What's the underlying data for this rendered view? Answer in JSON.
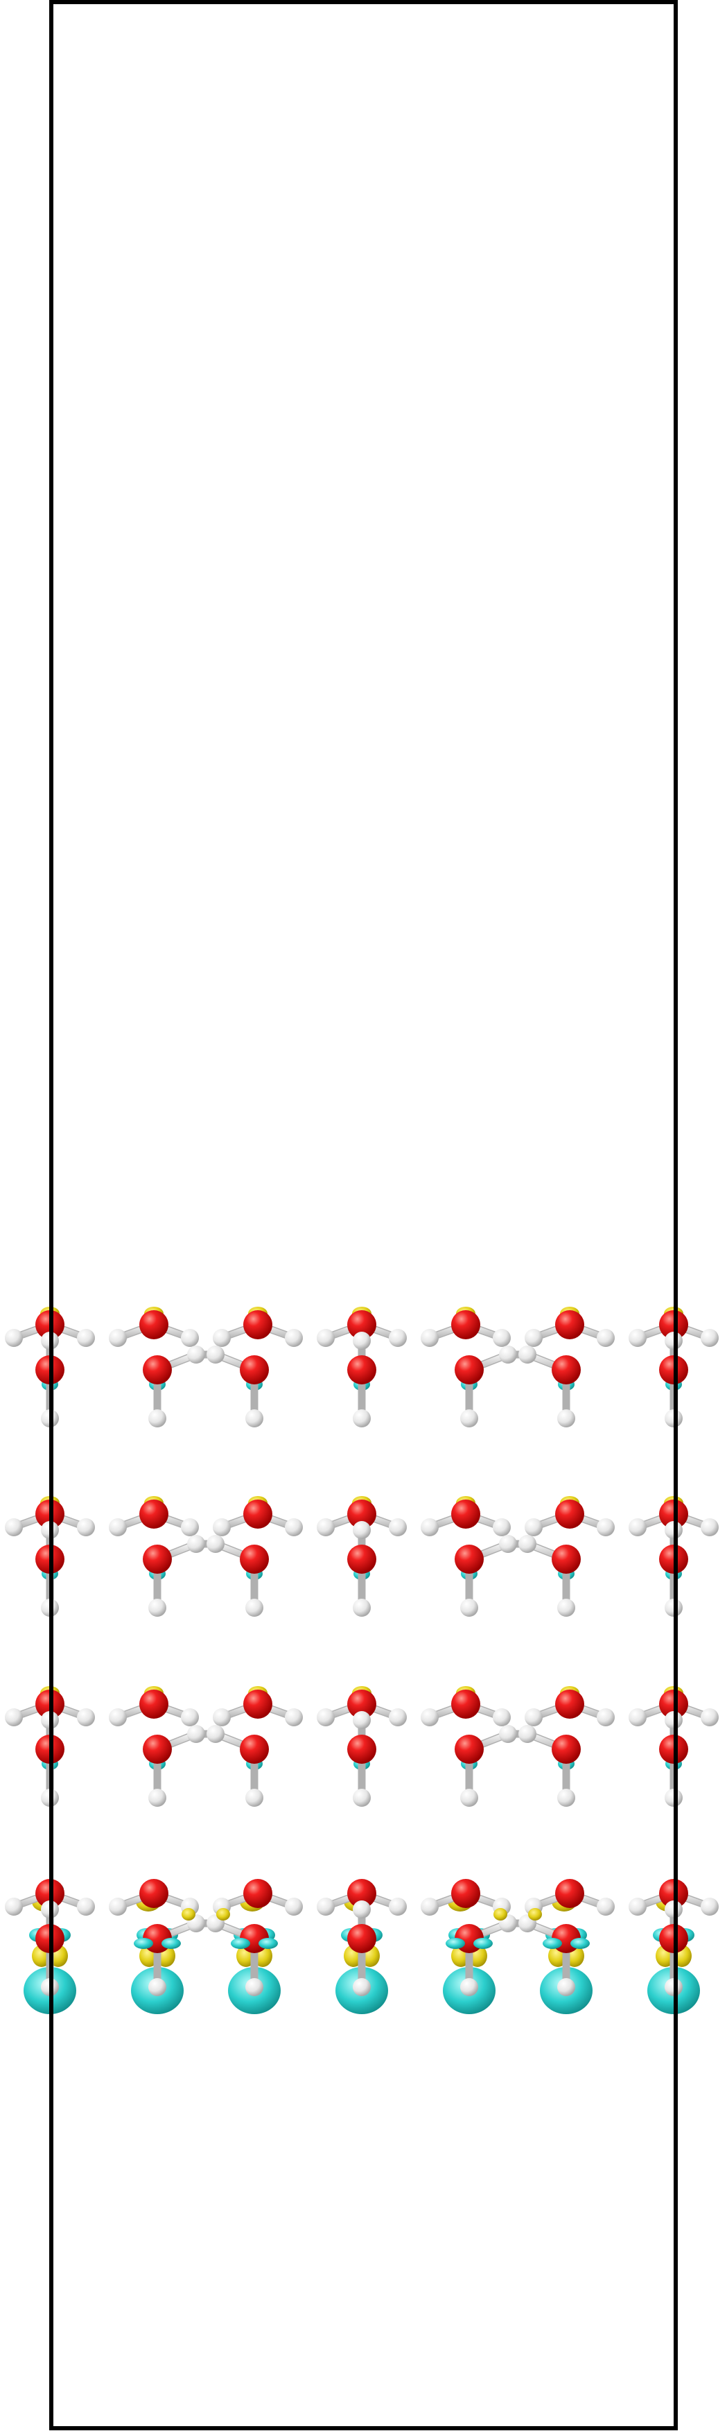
{
  "scene": {
    "kind": "charge-density-difference isosurface, periodic slab side view",
    "background": "#ffffff",
    "colors": {
      "cell_edge": "#000000",
      "oxygen": "#e01010",
      "oxygen_highlight": "#ff8a80",
      "hydrogen": "#eeeeee",
      "hydrogen_edge": "#b0b0b0",
      "bond": "#d8d8d8",
      "isosurface_positive": "#e4d21a",
      "isosurface_negative": "#2bd1cf"
    },
    "layers": [
      {
        "name": "layer-1",
        "has_isosurface": "partial"
      },
      {
        "name": "layer-2",
        "has_isosurface": "partial"
      },
      {
        "name": "layer-3",
        "has_isosurface": "partial"
      },
      {
        "name": "layer-4",
        "has_isosurface": "full"
      }
    ],
    "molecules_per_layer": 7
  }
}
